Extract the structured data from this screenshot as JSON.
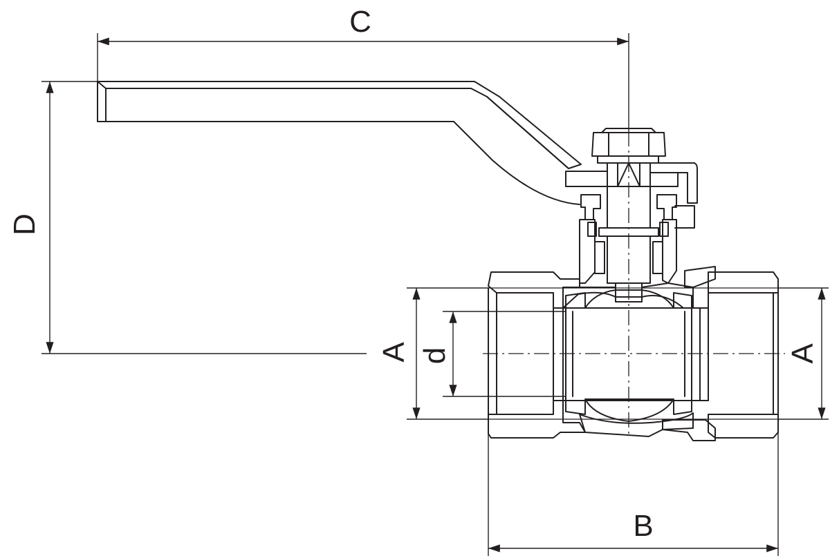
{
  "labels": {
    "width_overall": "C",
    "height_overall": "D",
    "thread_left": "A",
    "thread_right": "A",
    "bore": "d",
    "body_length": "B"
  },
  "colors": {
    "ink": "#231f20",
    "background": "#ffffff"
  }
}
